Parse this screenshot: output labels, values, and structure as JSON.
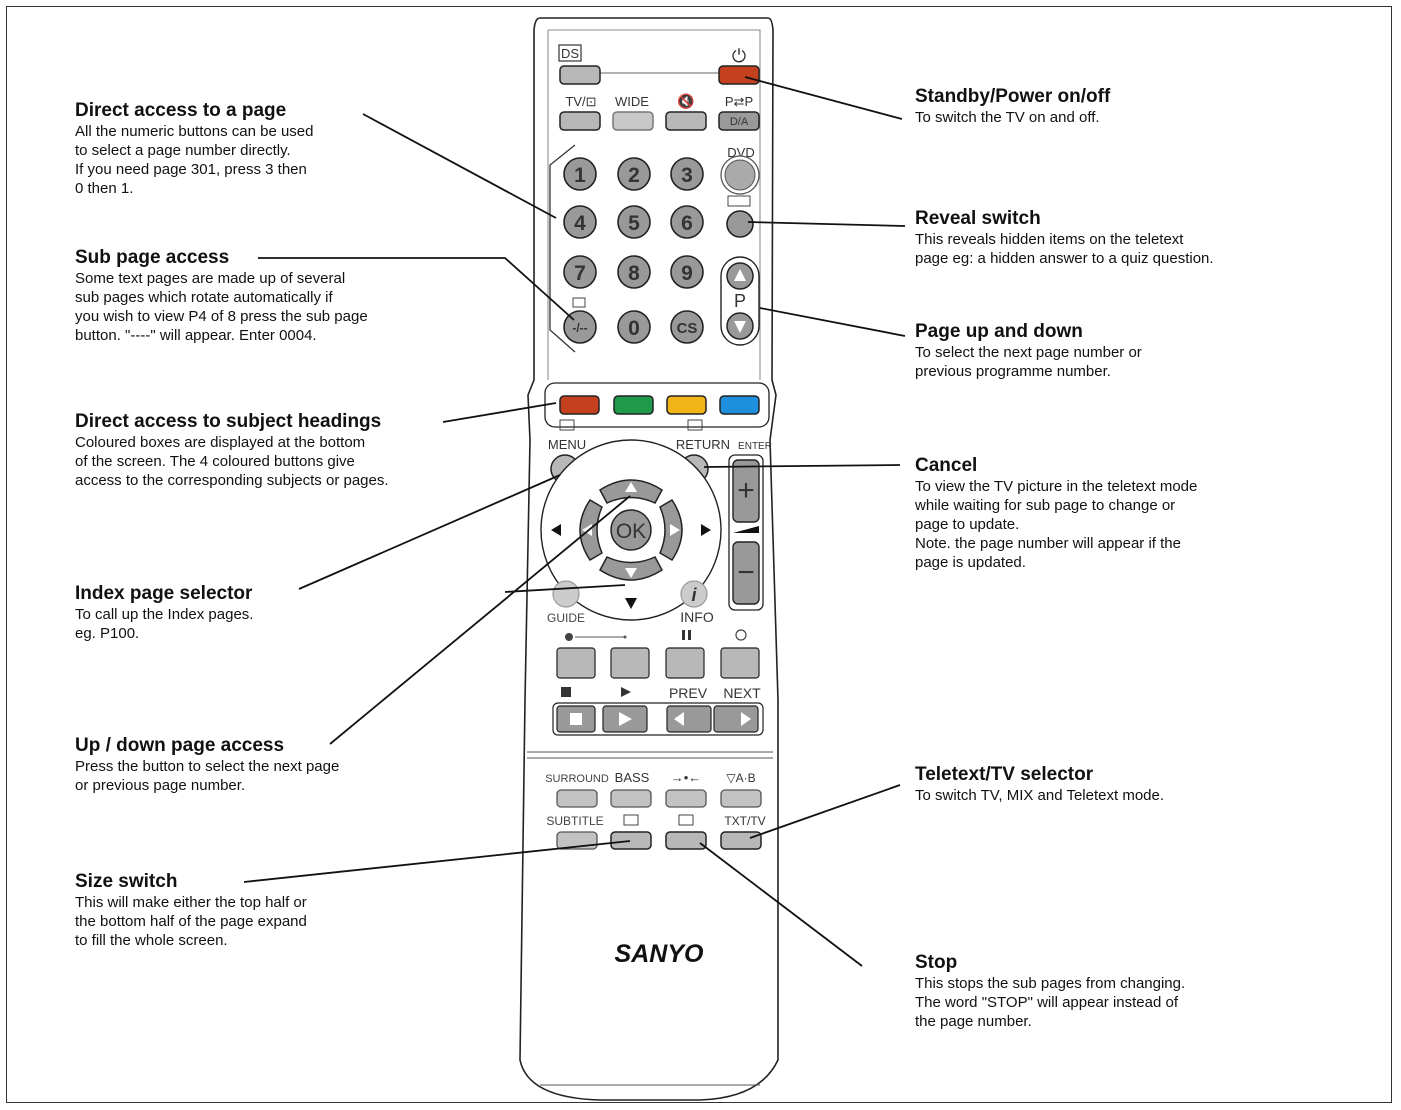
{
  "brand": "SANYO",
  "remote": {
    "top": {
      "ds": "DS",
      "power_symbol": "⏻"
    },
    "row2_labels": [
      "TV/⊡",
      "WIDE",
      "🔇",
      "P⇄P"
    ],
    "da_label": "D/A",
    "dvd_label": "DVD",
    "digits": [
      "1",
      "2",
      "3",
      "4",
      "5",
      "6",
      "7",
      "8",
      "9",
      "-/--",
      "0",
      "CS"
    ],
    "p_label": "P",
    "menu_label": "MENU",
    "return_label": "RETURN",
    "enter_label": "ENTER",
    "ok_label": "OK",
    "guide_label": "GUIDE",
    "info_label": "INFO",
    "info_icon": "i",
    "vol_plus": "+",
    "vol_minus": "−",
    "transport_labels": [
      "PREV",
      "NEXT"
    ],
    "bottom_labels_1": [
      "SURROUND",
      "BASS",
      "→•←",
      "▽A·B"
    ],
    "bottom_labels_2": [
      "SUBTITLE",
      "TXT/TV"
    ],
    "colors": {
      "red": "#c5401f",
      "green": "#1f9a4a",
      "yellow": "#f2b417",
      "blue": "#1d8fdd",
      "power": "#c5401f"
    }
  },
  "annotations": {
    "direct_page": {
      "title": "Direct access to a page",
      "lines": [
        "All the numeric buttons can be used",
        "to select a page number directly.",
        "If you need page 301, press 3 then",
        "0 then 1."
      ]
    },
    "sub_page": {
      "title": "Sub page access",
      "lines": [
        "Some text pages are made up of several",
        "sub pages which rotate automatically if",
        "you wish to view P4 of 8 press the sub page",
        "button. \"----\" will appear. Enter 0004."
      ]
    },
    "subject_headings": {
      "title": "Direct access to subject headings",
      "lines": [
        "Coloured boxes are displayed at the bottom",
        "of the screen. The 4 coloured buttons give",
        "access to the corresponding subjects or pages."
      ]
    },
    "index": {
      "title": "Index page selector",
      "lines": [
        "To call up the Index pages.",
        "eg. P100."
      ]
    },
    "updown": {
      "title": "Up / down page access",
      "lines": [
        "Press the button to select the next page",
        "or previous page number."
      ]
    },
    "size": {
      "title": "Size switch",
      "lines": [
        "This will make either the top half or",
        "the bottom half of the page expand",
        "to fill the whole screen."
      ]
    },
    "standby": {
      "title": "Standby/Power on/off",
      "lines": [
        "To switch the TV on and off."
      ]
    },
    "reveal": {
      "title": "Reveal switch",
      "lines": [
        "This reveals hidden items on the teletext",
        "page eg: a hidden answer to a quiz question."
      ]
    },
    "page_updown": {
      "title": "Page up and down",
      "lines": [
        "To select the next page number or",
        "previous programme number."
      ]
    },
    "cancel": {
      "title": "Cancel",
      "lines": [
        "To view the TV picture in the teletext mode",
        "while waiting for sub page to change or",
        "page to update.",
        "Note. the page number will appear if the",
        "page is updated."
      ]
    },
    "teletext_tv": {
      "title": "Teletext/TV selector",
      "lines": [
        "To switch TV, MIX and Teletext mode."
      ]
    },
    "stop": {
      "title": "Stop",
      "lines": [
        "This stops the sub pages from changing.",
        "The word \"STOP\" will appear instead of",
        "the page number."
      ]
    }
  }
}
